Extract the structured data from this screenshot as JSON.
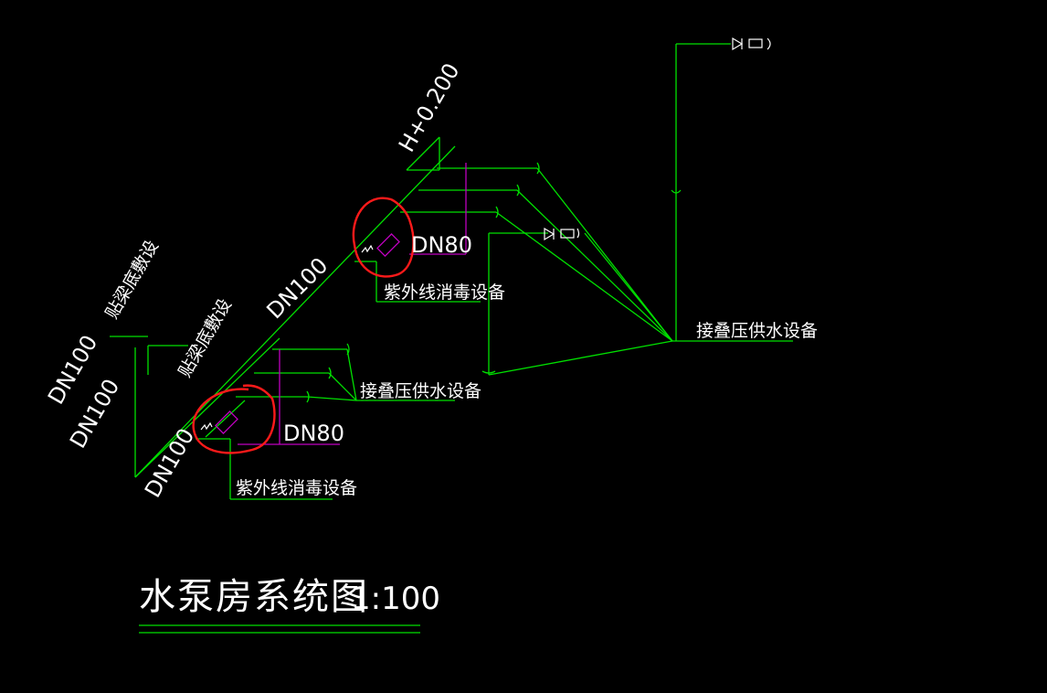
{
  "drawing": {
    "title": "水泵房系统图",
    "scale": "1:100",
    "elevation": "H+0.200",
    "labels": {
      "beam_left": "贴梁底敷设",
      "beam_right": "贴梁底敷设",
      "dn100_a": "DN100",
      "dn100_b": "DN100",
      "dn100_c": "DN100",
      "dn100_main": "DN100",
      "dn80_upper": "DN80",
      "dn80_lower": "DN80",
      "uv_upper": "紫外线消毒设备",
      "uv_lower": "紫外线消毒设备",
      "supply_lower": "接叠压供水设备",
      "supply_right": "接叠压供水设备"
    },
    "colors": {
      "background": "#000000",
      "pipe": "#00e000",
      "dim": "#c000c0",
      "highlight": "#ff1a1a",
      "text": "#ffffff"
    }
  }
}
